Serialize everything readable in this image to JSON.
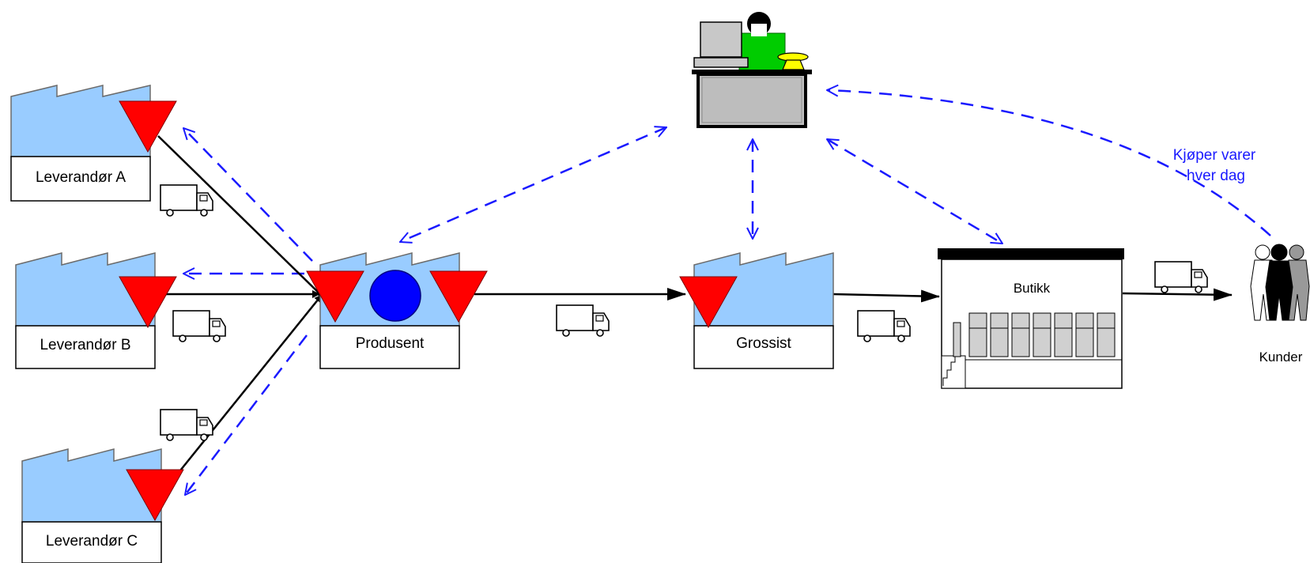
{
  "nodes": {
    "leverandor_a": "Leverandør A",
    "leverandor_b": "Leverandør B",
    "leverandor_c": "Leverandør C",
    "produsent": "Produsent",
    "grossist": "Grossist",
    "butikk": "Butikk",
    "kunder": "Kunder"
  },
  "annotation": {
    "line1": "Kjøper varer",
    "line2": "hver dag"
  },
  "colors": {
    "factory_fill": "#99CCFF",
    "inventory_triangle": "#FF0000",
    "process_circle": "#0000FF",
    "info_flow": "#0000FF",
    "material_flow": "#000000",
    "clerk_shirt": "#00CC00",
    "phone": "#FFFF00",
    "desk": "#C0C0C0"
  },
  "icons": [
    "factory-icon",
    "truck-icon",
    "inventory-triangle-icon",
    "process-circle-icon",
    "planning-desk-icon",
    "store-icon",
    "customers-icon"
  ]
}
